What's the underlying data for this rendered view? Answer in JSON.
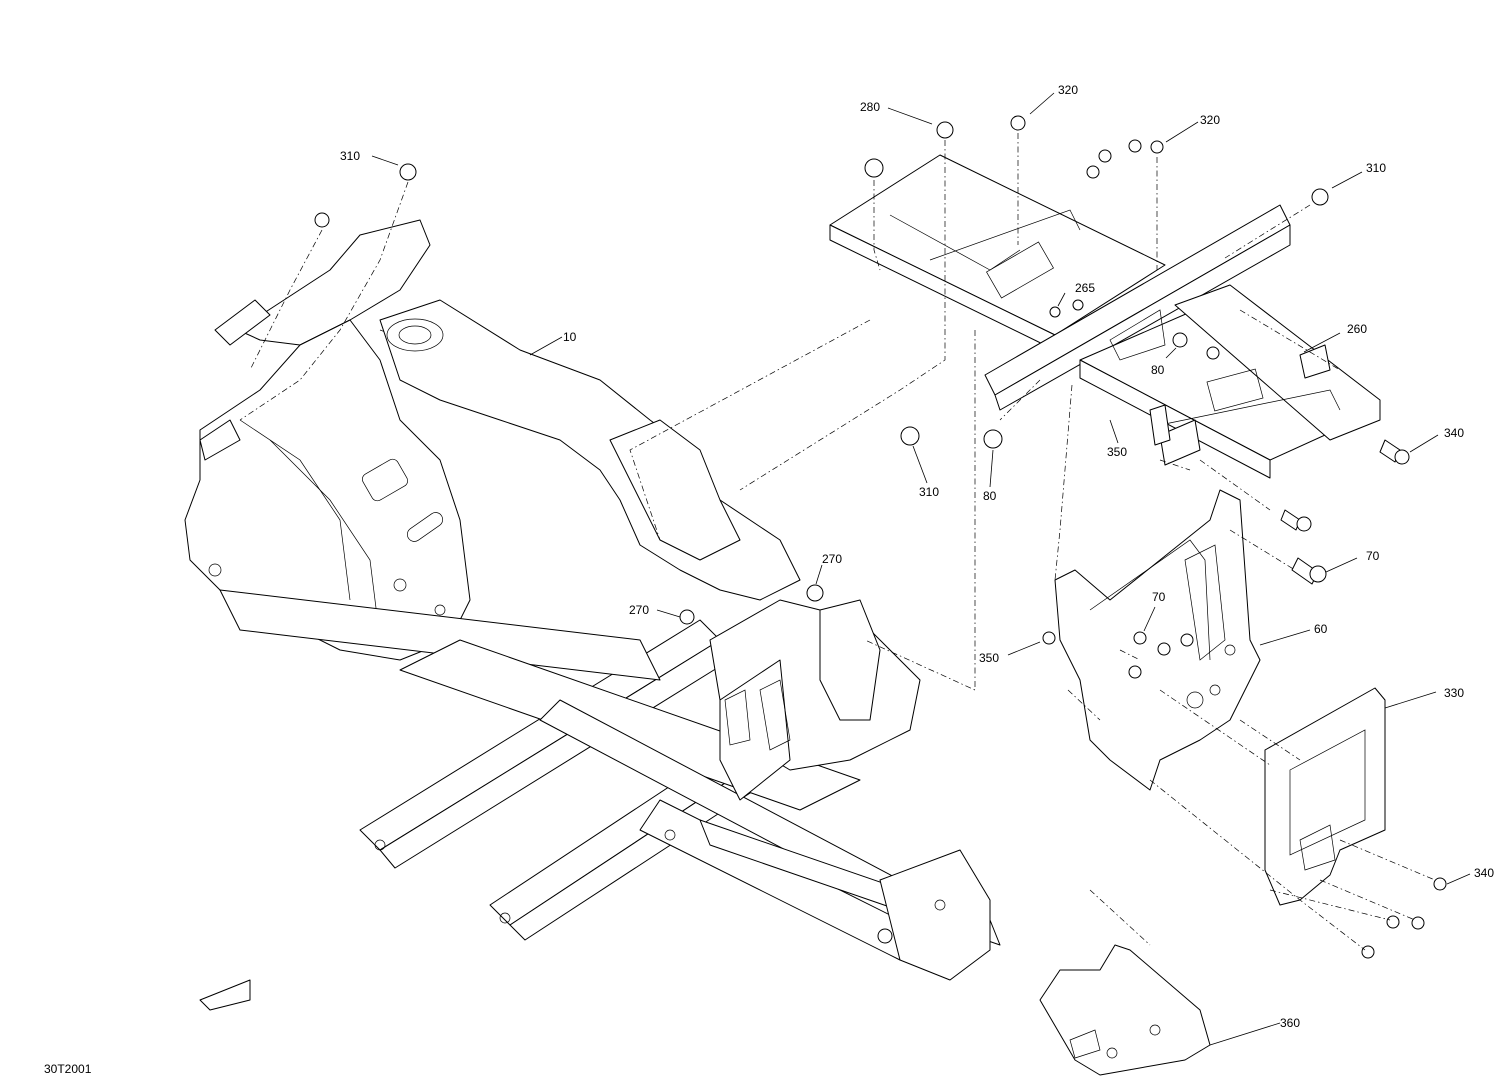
{
  "drawing_ref": "30T2001",
  "callouts": [
    {
      "id": "c10",
      "label": "10"
    },
    {
      "id": "c60",
      "label": "60"
    },
    {
      "id": "c70a",
      "label": "70"
    },
    {
      "id": "c70b",
      "label": "70"
    },
    {
      "id": "c80a",
      "label": "80"
    },
    {
      "id": "c80b",
      "label": "80"
    },
    {
      "id": "c260",
      "label": "260"
    },
    {
      "id": "c265",
      "label": "265"
    },
    {
      "id": "c270a",
      "label": "270"
    },
    {
      "id": "c270b",
      "label": "270"
    },
    {
      "id": "c280",
      "label": "280"
    },
    {
      "id": "c310a",
      "label": "310"
    },
    {
      "id": "c310b",
      "label": "310"
    },
    {
      "id": "c310c",
      "label": "310"
    },
    {
      "id": "c320a",
      "label": "320"
    },
    {
      "id": "c320b",
      "label": "320"
    },
    {
      "id": "c330",
      "label": "330"
    },
    {
      "id": "c340a",
      "label": "340"
    },
    {
      "id": "c340b",
      "label": "340"
    },
    {
      "id": "c350a",
      "label": "350"
    },
    {
      "id": "c350b",
      "label": "350"
    },
    {
      "id": "c360",
      "label": "360"
    }
  ]
}
